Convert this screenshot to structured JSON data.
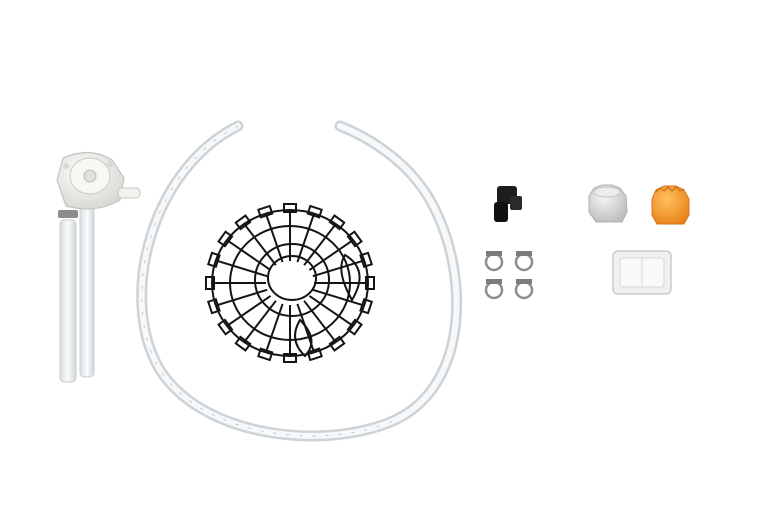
{
  "scene": {
    "background": "#ffffff",
    "items": [
      {
        "name": "hand-pump",
        "color": "#f2f2f0"
      },
      {
        "name": "clear-hose",
        "color": "#e9eef0"
      },
      {
        "name": "wire-basket-guard",
        "color": "#141414"
      },
      {
        "name": "black-hose-fitting",
        "color": "#1a1a1a"
      },
      {
        "name": "hose-clamps",
        "count": 4,
        "color": "#9a9a9a"
      },
      {
        "name": "grey-bottle-cap",
        "color": "#d9d9d9"
      },
      {
        "name": "orange-bottle-cap",
        "color": "#f39a2a"
      },
      {
        "name": "inline-filter",
        "color": "#eef0f2"
      }
    ]
  }
}
